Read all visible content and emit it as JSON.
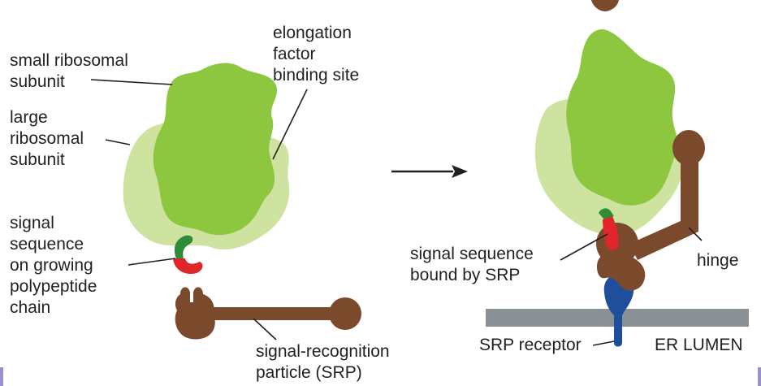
{
  "labels": {
    "small_subunit": "small ribosomal\nsubunit",
    "large_subunit": "large\nribosomal\nsubunit",
    "elongation_site": "elongation\nfactor\nbinding site",
    "signal_sequence": "signal\nsequence\non growing\npolypeptide\nchain",
    "srp": "signal-recognition\nparticle (SRP)",
    "signal_bound": "signal sequence\nbound by SRP",
    "hinge": "hinge",
    "srp_receptor": "SRP receptor",
    "er_lumen": "ER LUMEN"
  },
  "colors": {
    "small_subunit": "#8dc63f",
    "large_subunit": "#cfe3a0",
    "srp": "#7b4a2d",
    "receptor": "#1f4e9c",
    "membrane": "#8a9194",
    "signal_red": "#e0262a",
    "signal_green": "#2e8b3a",
    "leader": "#231f20",
    "edge_bar": "#9b8fd0"
  }
}
